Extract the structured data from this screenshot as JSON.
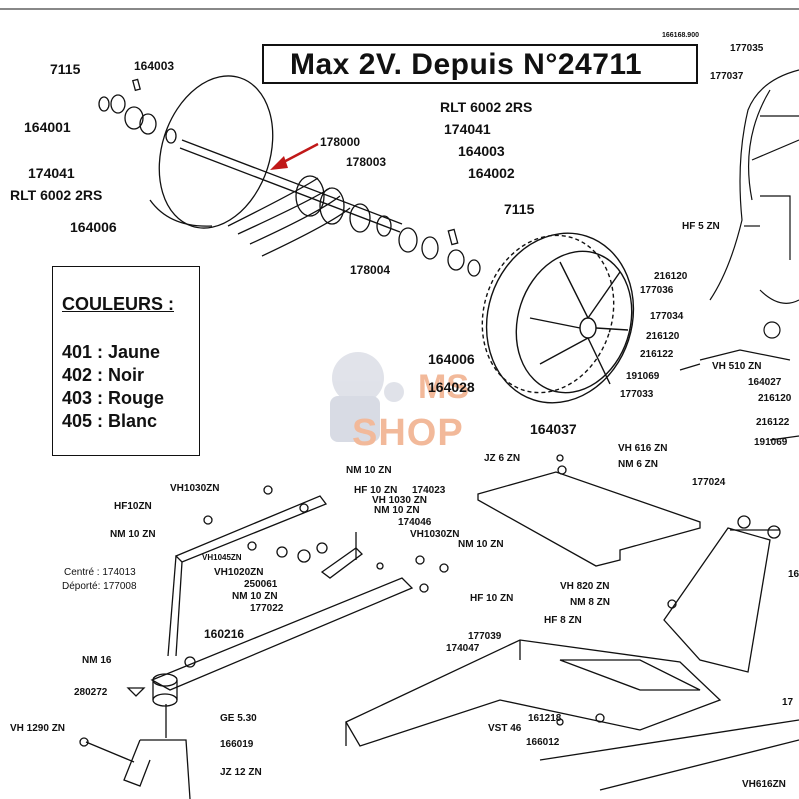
{
  "title": "Max 2V.  Depuis N°24711",
  "ref": "166168.900",
  "legend": {
    "title": "COULEURS :",
    "items": [
      "401 : Jaune",
      "402 : Noir",
      "403 : Rouge",
      "405 : Blanc"
    ]
  },
  "watermark": {
    "ms": "MS",
    "shop": "SHOP"
  },
  "labels": {
    "l7115a": "7115",
    "l164003a": "164003",
    "l164001": "164001",
    "l174041a": "174041",
    "lRLTa": "RLT 6002 2RS",
    "l164006a": "164006",
    "l178000": "178000",
    "l178003": "178003",
    "l178004": "178004",
    "lRLTb": "RLT 6002 2RS",
    "l174041b": "174041",
    "l164003b": "164003",
    "l164002": "164002",
    "l7115b": "7115",
    "l164006b": "164006",
    "l164028": "164028",
    "l164037": "164037",
    "l177035": "177035",
    "l177037": "177037",
    "lHF5": "HF 5 ZN",
    "l216120a": "216120",
    "l177036": "177036",
    "l177034": "177034",
    "l216120b": "216120",
    "l216122a": "216122",
    "lVH510": "VH 510 ZN",
    "l191069a": "191069",
    "l164027": "164027",
    "l177033": "177033",
    "l216120c": "216120",
    "l216122b": "216122",
    "l191069b": "191069",
    "lVH616": "VH  616 ZN",
    "lJZ6": "JZ 6 ZN",
    "lNM6": "NM 6 ZN",
    "l174023": "174023",
    "l177024": "177024",
    "lVH1030a": "VH1030ZN",
    "lNM10a": "NM 10 ZN",
    "lHF10a": "HF 10 ZN",
    "lVH1030b": "VH 1030 ZN",
    "lHF10b": "HF10ZN",
    "lNM10b": "NM 10 ZN",
    "l174046": "174046",
    "lNM10c": "NM 10 ZN",
    "lVH1030c": "VH1030ZN",
    "lNM10d": "NM 10 ZN",
    "lVH1045": "VH1045ZN",
    "lVH1020": "VH1020ZN",
    "lCentre": "Centré : 174013",
    "lDeporte": "Déporté: 177008",
    "l250061": "250061",
    "lNM10e": "NM 10 ZN",
    "l177022": "177022",
    "lHF10c": "HF 10 ZN",
    "lVH820": "VH 820 ZN",
    "lNM8": "NM 8 ZN",
    "l160216": "160216",
    "l174047": "174047",
    "lHF8": "HF 8 ZN",
    "l177039": "177039",
    "lNM16": "NM 16",
    "l280272": "280272",
    "lGE530": "GE 5.30",
    "lVH1290": "VH 1290 ZN",
    "l166019": "166019",
    "lJZ12": "JZ 12 ZN",
    "l161218": "161218",
    "lVST46": "VST 46",
    "l166012": "166012",
    "lVH616b": "VH616ZN",
    "l16edge": "16",
    "l177edge": "17"
  }
}
